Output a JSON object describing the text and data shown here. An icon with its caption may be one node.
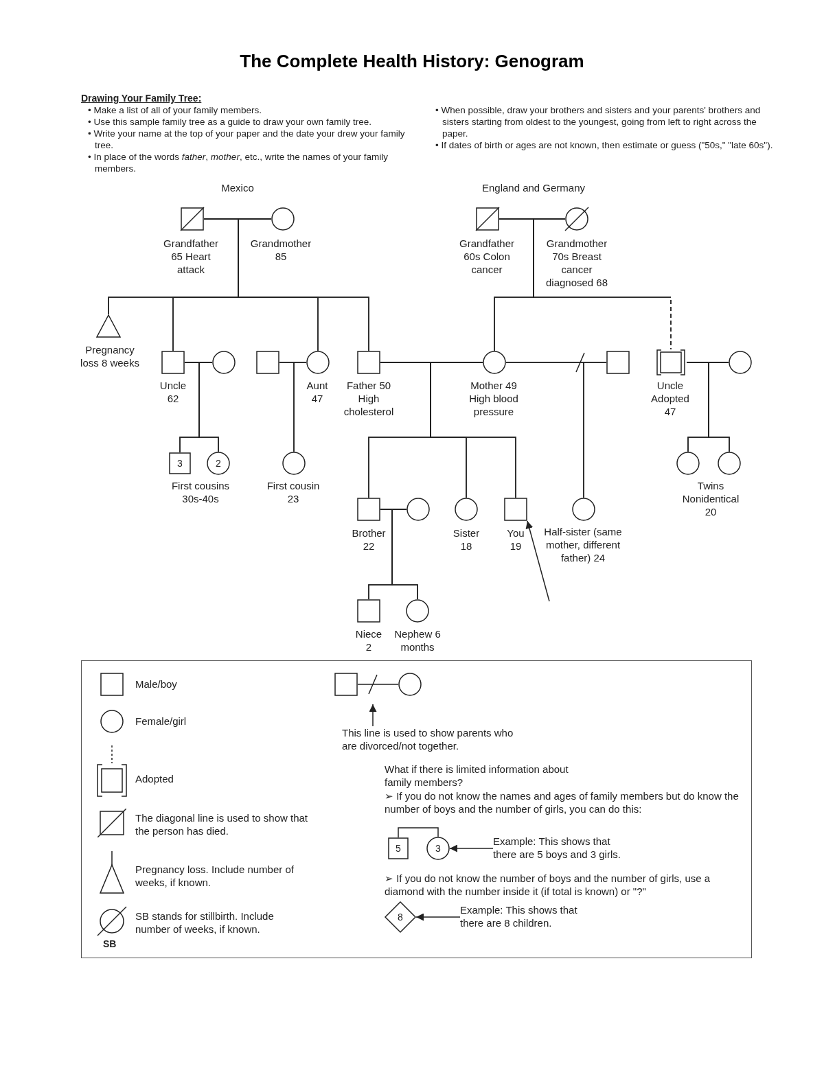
{
  "diagram": {
    "title": "The Complete Health History:  Genogram",
    "nodes": [
      {
        "text": [],
        "shape": "box",
        "beside": [
          "Grandfather 65 Heart attack"
        ]
      },
      {
        "text": [],
        "shape": "circle",
        "beside": [
          "Grandmother 85"
        ]
      },
      {
        "text": [],
        "shape": "box",
        "beside": [
          "Grandfather 60s Colon cancer"
        ]
      },
      {
        "text": [],
        "shape": "circle",
        "beside": [
          "Grandmother 70s Breast cancer diagnosed 68"
        ]
      },
      {
        "text": [],
        "shape": "triangle",
        "beside": [
          "Pregnancy loss 8 weeks"
        ]
      },
      {
        "text": [],
        "shape": "box",
        "beside": [
          "Uncle 62"
        ]
      },
      {
        "text": [],
        "shape": "circle"
      },
      {
        "text": [],
        "shape": "box"
      },
      {
        "text": [],
        "shape": "circle",
        "beside": [
          "Aunt 47"
        ]
      },
      {
        "text": [],
        "shape": "box",
        "beside": [
          "Father 50 High cholesterol"
        ]
      },
      {
        "text": [],
        "shape": "circle",
        "beside": [
          "Mother 49 High blood pressure"
        ]
      },
      {
        "text": [],
        "shape": "box"
      },
      {
        "text": [],
        "shape": "box",
        "beside": [
          "Uncle Adopted 47"
        ]
      },
      {
        "text": [],
        "shape": "circle"
      },
      {
        "text": [
          "3"
        ],
        "beside": [
          "First cousins 30s-40s"
        ]
      },
      {
        "text": [
          "2"
        ]
      },
      {
        "text": [],
        "shape": "circle",
        "beside": [
          "First cousin 23"
        ]
      },
      {
        "text": [],
        "shape": "circle",
        "beside": [
          "Twins Nonidentical 20"
        ]
      },
      {
        "text": [],
        "shape": "circle"
      },
      {
        "text": [],
        "shape": "box",
        "beside": [
          "Brother 22"
        ]
      },
      {
        "text": [],
        "shape": "circle"
      },
      {
        "text": [],
        "shape": "circle",
        "beside": [
          "Sister 18"
        ]
      },
      {
        "text": [],
        "shape": "box",
        "beside": [
          "You 19"
        ]
      },
      {
        "text": [],
        "shape": "circle",
        "beside": [
          "Half-sister (same mother, different father) 24"
        ]
      },
      {
        "text": [],
        "shape": "box",
        "beside": [
          "Niece 2"
        ]
      },
      {
        "text": [],
        "shape": "circle",
        "beside": [
          "Nephew 6 months"
        ]
      },
      {
        "text": [],
        "shape": "box"
      },
      {
        "text": [],
        "shape": "circle"
      },
      {
        "text": [
          "This line is used to show parents who are divorced/not together."
        ]
      },
      {
        "text": [
          "5"
        ]
      },
      {
        "text": [
          "3"
        ]
      },
      {
        "text": [
          "Example: This shows that there are 5 boys and 3 girls."
        ]
      },
      {
        "text": [
          "8"
        ]
      },
      {
        "text": [
          "Example: This shows that there are 8 children."
        ]
      }
    ],
    "edges": [
      {
        "from": 0,
        "to": 1,
        "arrow": "none"
      },
      {
        "from": 2,
        "to": 3,
        "arrow": "none"
      },
      {
        "from": 0,
        "to": 4,
        "arrow": "none"
      },
      {
        "from": 1,
        "to": 4,
        "arrow": "none"
      },
      {
        "from": 0,
        "to": 5,
        "arrow": "none"
      },
      {
        "from": 1,
        "to": 5,
        "arrow": "none"
      },
      {
        "from": 0,
        "to": 8,
        "arrow": "none"
      },
      {
        "from": 1,
        "to": 8,
        "arrow": "none"
      },
      {
        "from": 0,
        "to": 9,
        "arrow": "none"
      },
      {
        "from": 1,
        "to": 9,
        "arrow": "none"
      },
      {
        "from": 2,
        "to": 10,
        "arrow": "none"
      },
      {
        "from": 3,
        "to": 10,
        "arrow": "none"
      },
      {
        "from": 2,
        "to": 12,
        "arrow": "none",
        "style": "dashed"
      },
      {
        "from": 3,
        "to": 12,
        "arrow": "none",
        "style": "dashed"
      },
      {
        "from": 5,
        "to": 6,
        "arrow": "none"
      },
      {
        "from": 7,
        "to": 8,
        "arrow": "none"
      },
      {
        "from": 9,
        "to": 10,
        "arrow": "none"
      },
      {
        "from": 10,
        "to": 11,
        "arrow": "none"
      },
      {
        "from": 12,
        "to": 13,
        "arrow": "none"
      },
      {
        "from": 5,
        "to": 14,
        "arrow": "none"
      },
      {
        "from": 6,
        "to": 14,
        "arrow": "none"
      },
      {
        "from": 5,
        "to": 15,
        "arrow": "none"
      },
      {
        "from": 6,
        "to": 15,
        "arrow": "none"
      },
      {
        "from": 7,
        "to": 16,
        "arrow": "none"
      },
      {
        "from": 8,
        "to": 16,
        "arrow": "none"
      },
      {
        "from": 9,
        "to": 19,
        "arrow": "none"
      },
      {
        "from": 10,
        "to": 19,
        "arrow": "none"
      },
      {
        "from": 9,
        "to": 21,
        "arrow": "none"
      },
      {
        "from": 10,
        "to": 21,
        "arrow": "none"
      },
      {
        "from": 9,
        "to": 22,
        "arrow": "none"
      },
      {
        "from": 10,
        "to": 22,
        "arrow": "none"
      },
      {
        "from": 10,
        "to": 23,
        "arrow": "none"
      },
      {
        "from": 11,
        "to": 23,
        "arrow": "none"
      },
      {
        "from": 12,
        "to": 17,
        "arrow": "none"
      },
      {
        "from": 13,
        "to": 17,
        "arrow": "none"
      },
      {
        "from": 12,
        "to": 18,
        "arrow": "none"
      },
      {
        "from": 13,
        "to": 18,
        "arrow": "none"
      },
      {
        "from": 19,
        "to": 20,
        "arrow": "none"
      },
      {
        "from": 19,
        "to": 24,
        "arrow": "none"
      },
      {
        "from": 20,
        "to": 24,
        "arrow": "none"
      },
      {
        "from": 19,
        "to": 25,
        "arrow": "none"
      },
      {
        "from": 20,
        "to": 25,
        "arrow": "none"
      },
      {
        "from": null,
        "to": 22,
        "arrow": "to"
      },
      {
        "from": 26,
        "to": 27,
        "arrow": "none"
      },
      {
        "from": 28,
        "to": null,
        "arrow": "to"
      },
      {
        "from": 29,
        "to": 30,
        "arrow": "none"
      },
      {
        "from": 31,
        "to": 30,
        "arrow": "to"
      },
      {
        "from": 33,
        "to": 32,
        "arrow": "to"
      }
    ],
    "labels": [
      "Drawing Your Family Tree:",
      "• Make a list of all of your family members.",
      "• Use this sample family tree as a guide to draw your own family tree.",
      "• Write your name at the top of your paper and the date your drew your family tree.",
      "• In place of the words *father*, *mother*, etc., write the names of your family members.",
      "• When possible, draw your brothers and sisters and your parents' brothers and sisters starting from oldest to the youngest, going from left to right across the paper.",
      "• If dates of birth or ages are not known, then estimate or guess (\"50s,\" \"late 60s\").",
      "Mexico",
      "England and Germany",
      "SB",
      "What if there is limited information about family members?",
      "➢ If you do not know the names and ages of family members but do know the number of boys and the number of girls, you can do this:",
      "➢ If you do not know the number of boys and the number of girls, use a diamond with the number inside it (if total is known) or \"?\""
    ],
    "legend": [
      {
        "text": "Male/boy"
      },
      {
        "text": "Female/girl"
      },
      {
        "text": "Adopted"
      },
      {
        "text": "The diagonal line is used to show that the person has died."
      },
      {
        "text": "Pregnancy loss. Include number of weeks, if known."
      },
      {
        "text": "SB stands for stillbirth. Include number of weeks, if known."
      }
    ]
  }
}
